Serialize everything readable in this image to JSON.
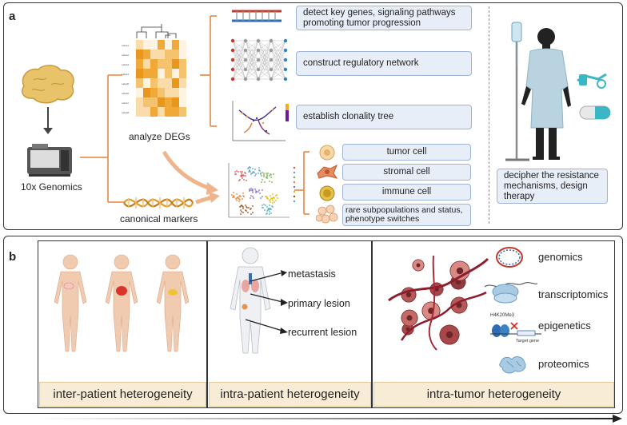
{
  "panel_a": {
    "letter": "a",
    "platform_label": "10x Genomics",
    "analyze_label": "analyze DEGs",
    "canonical_label": "canonical markers",
    "top_boxes": [
      "detect key genes,  signaling pathways promoting tumor progression",
      "construct regulatory network",
      "establish clonality tree"
    ],
    "cell_types": [
      "tumor cell",
      "stromal cell",
      "immune cell",
      "rare subpopulations and status, phenotype switches"
    ],
    "therapy_label": "decipher the resistance mechanisms, design therapy"
  },
  "panel_b": {
    "letter": "b",
    "columns": [
      "inter-patient heterogeneity",
      "intra-patient heterogeneity",
      "intra-tumor heterogeneity"
    ],
    "lesions": [
      "metastasis",
      "primary lesion",
      "recurrent lesion"
    ],
    "omics": [
      "genomics",
      "transcriptomics",
      "epigenetics",
      "proteomics"
    ],
    "epi_mark": "H4K20Me3",
    "target_gene": "Target gene"
  },
  "colors": {
    "accent_orange": "#e8945a",
    "box_fill": "#e8eef8",
    "label_fill": "#f9ecd7",
    "tumor": "#b2504e"
  }
}
